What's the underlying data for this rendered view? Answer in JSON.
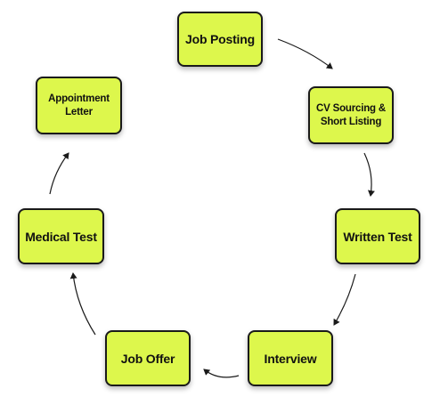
{
  "colors": {
    "node_fill": "#DDF74C",
    "node_border": "#1a1a1a",
    "arrow": "#1a1a1a",
    "background": "#ffffff"
  },
  "diagram": {
    "nodes": [
      {
        "id": "job-posting",
        "label": "Job Posting"
      },
      {
        "id": "cv-sourcing",
        "label": "CV Sourcing & Short Listing"
      },
      {
        "id": "written-test",
        "label": "Written Test"
      },
      {
        "id": "interview",
        "label": "Interview"
      },
      {
        "id": "job-offer",
        "label": "Job Offer"
      },
      {
        "id": "medical-test",
        "label": "Medical Test"
      },
      {
        "id": "appointment-letter",
        "label": "Appointment Letter"
      }
    ],
    "edges": [
      {
        "from": "job-posting",
        "to": "cv-sourcing"
      },
      {
        "from": "cv-sourcing",
        "to": "written-test"
      },
      {
        "from": "written-test",
        "to": "interview"
      },
      {
        "from": "interview",
        "to": "job-offer"
      },
      {
        "from": "job-offer",
        "to": "medical-test"
      },
      {
        "from": "medical-test",
        "to": "appointment-letter"
      }
    ]
  }
}
